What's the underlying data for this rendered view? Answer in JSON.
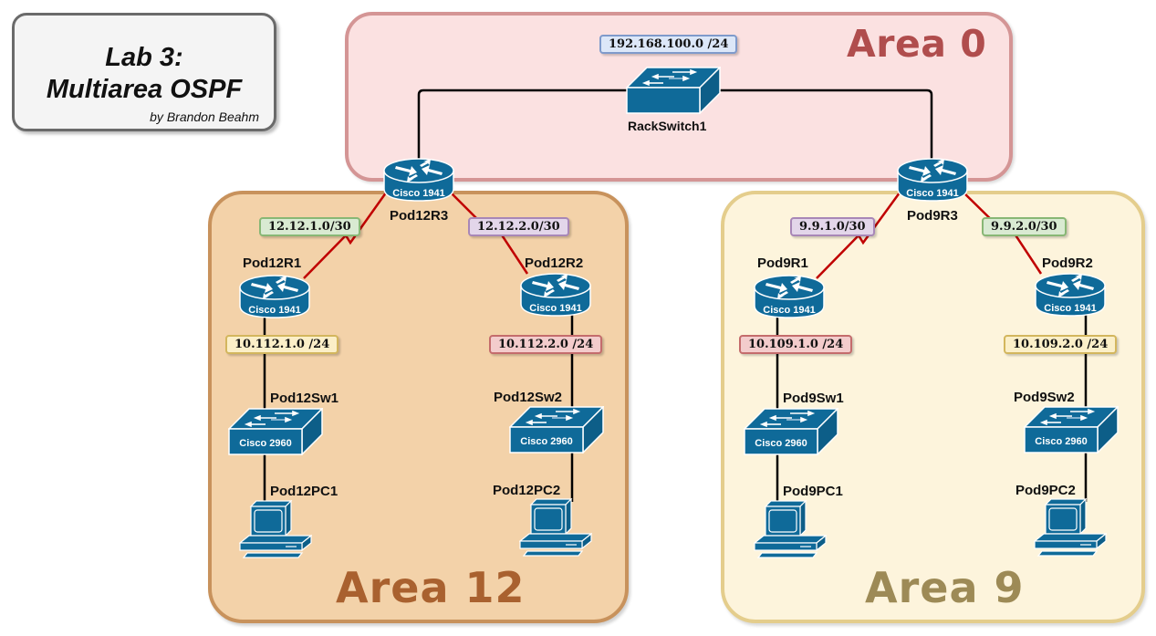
{
  "title_card": {
    "line1": "Lab 3:",
    "line2": "Multiarea OSPF",
    "author": "by Brandon Beahm"
  },
  "areas": {
    "area0": {
      "title": "Area 0",
      "color": "#b04d4d",
      "fill": "#fbe1e1"
    },
    "area12": {
      "title": "Area 12",
      "color": "#a9612f",
      "fill": "#f3d2a9"
    },
    "area9": {
      "title": "Area 9",
      "color": "#9d8a56",
      "fill": "#fdf4dc"
    }
  },
  "devices": {
    "rackswitch1": {
      "name": "RackSwitch1",
      "type": "switch-icon",
      "model": ""
    },
    "pod12r3": {
      "name": "Pod12R3",
      "type": "router-icon",
      "model": "Cisco 1941"
    },
    "pod9r3": {
      "name": "Pod9R3",
      "type": "router-icon",
      "model": "Cisco 1941"
    },
    "pod12r1": {
      "name": "Pod12R1",
      "type": "router-icon",
      "model": "Cisco 1941"
    },
    "pod12r2": {
      "name": "Pod12R2",
      "type": "router-icon",
      "model": "Cisco 1941"
    },
    "pod9r1": {
      "name": "Pod9R1",
      "type": "router-icon",
      "model": "Cisco 1941"
    },
    "pod9r2": {
      "name": "Pod9R2",
      "type": "router-icon",
      "model": "Cisco 1941"
    },
    "pod12sw1": {
      "name": "Pod12Sw1",
      "type": "switch-icon",
      "model": "Cisco 2960"
    },
    "pod12sw2": {
      "name": "Pod12Sw2",
      "type": "switch-icon",
      "model": "Cisco 2960"
    },
    "pod9sw1": {
      "name": "Pod9Sw1",
      "type": "switch-icon",
      "model": "Cisco 2960"
    },
    "pod9sw2": {
      "name": "Pod9Sw2",
      "type": "switch-icon",
      "model": "Cisco 2960"
    },
    "pod12pc1": {
      "name": "Pod12PC1",
      "type": "pc-icon"
    },
    "pod12pc2": {
      "name": "Pod12PC2",
      "type": "pc-icon"
    },
    "pod9pc1": {
      "name": "Pod9PC1",
      "type": "pc-icon"
    },
    "pod9pc2": {
      "name": "Pod9PC2",
      "type": "pc-icon"
    }
  },
  "networks": {
    "backbone": "192.168.100.0 /24",
    "pod12_link1": "12.12.1.0/30",
    "pod12_link2": "12.12.2.0/30",
    "pod9_link1": "9.9.1.0/30",
    "pod9_link2": "9.9.2.0/30",
    "pod12_lan1": "10.112.1.0 /24",
    "pod12_lan2": "10.112.2.0 /24",
    "pod9_lan1": "10.109.1.0 /24",
    "pod9_lan2": "10.109.2.0 /24"
  },
  "colors": {
    "device_blue": "#0f6a99",
    "serial_link": "#c00000",
    "ethernet_link": "#000000"
  }
}
